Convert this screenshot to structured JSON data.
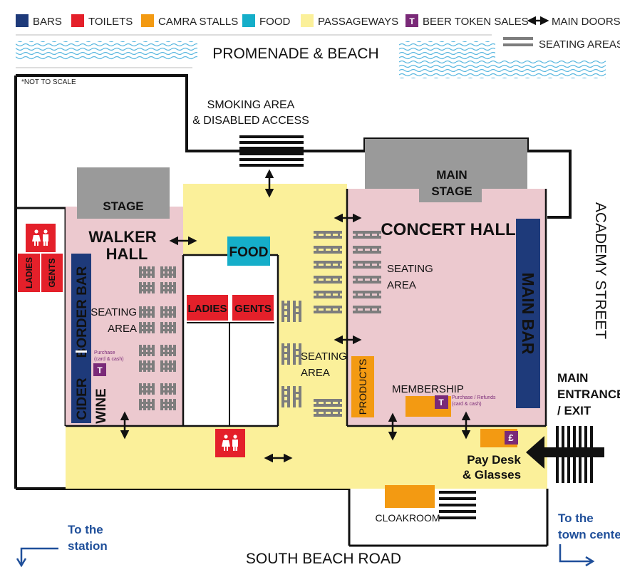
{
  "legend": {
    "bars": "BARS",
    "toilets": "TOILETS",
    "camra_stalls": "CAMRA STALLS",
    "food": "FOOD",
    "passageways": "PASSAGEWAYS",
    "beer_token_sales": "BEER TOKEN SALES",
    "token_symbol": "T",
    "main_doors": "MAIN DOORS",
    "seating_areas": "SEATING AREAS"
  },
  "streets": {
    "promenade": "PROMENADE & BEACH",
    "academy": "ACADEMY STREET",
    "south_beach": "SOUTH BEACH ROAD"
  },
  "note": "*NOT TO SCALE",
  "areas": {
    "smoking_line1": "SMOKING AREA",
    "smoking_line2": "& DISABLED ACCESS",
    "main_stage_line1": "MAIN",
    "main_stage_line2": "STAGE",
    "stage": "STAGE",
    "walker_line1": "WALKER",
    "walker_line2": "HALL",
    "concert_hall": "CONCERT HALL",
    "food": "FOOD",
    "main_bar": "MAIN BAR",
    "border_bar": "BORDER BAR",
    "cider_wine_1": "CIDER",
    "cider_wine_2": "WINE",
    "seating_1": "SEATING",
    "seating_2": "AREA",
    "ladies": "LADIES",
    "gents": "GENTS",
    "products": "PRODUCTS",
    "membership": "MEMBERSHIP",
    "purchase_cash_1": "Purchase",
    "purchase_cash_2": "(card & cash)",
    "purchase_refunds_1": "Purchase / Refunds",
    "purchase_refunds_2": "(card & cash)",
    "pound_symbol": "£",
    "pay_desk_1": "Pay Desk",
    "pay_desk_2": "& Glasses",
    "main_entrance_1": "MAIN",
    "main_entrance_2": "ENTRANCE",
    "main_entrance_3": "/ EXIT",
    "cloakroom": "CLOAKROOM",
    "to_station_1": "To the",
    "to_station_2": "station",
    "to_town_1": "To the",
    "to_town_2": "town cente"
  },
  "colors": {
    "bars": "#1e3a7a",
    "toilets": "#e4202a",
    "camra": "#f39a12",
    "food": "#15aec9",
    "passage": "#fbf09a",
    "token": "#7a2a78",
    "hall": "#ecc9cf",
    "stage": "#9a9a9a",
    "seat": "#7d7d7d",
    "wave": "#5bb8e0",
    "blue_text": "#1f4f9a"
  }
}
